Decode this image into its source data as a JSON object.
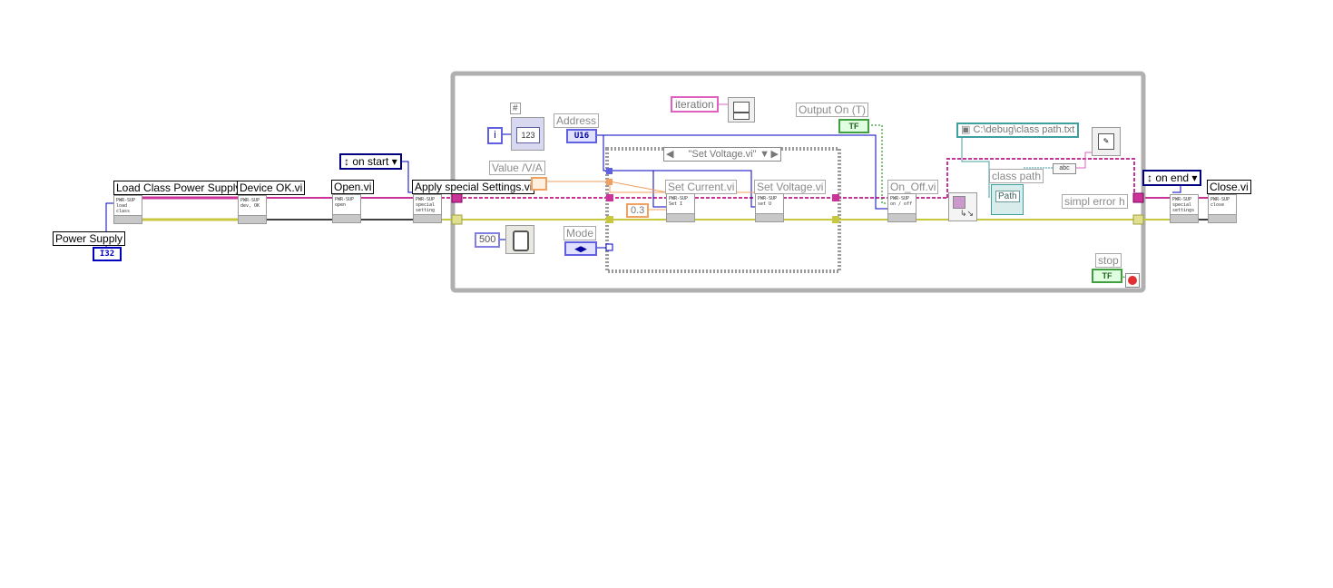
{
  "labels": {
    "power_supply": "Power Supply",
    "power_supply_type": "I32",
    "load_class": "Load Class Power Supply.",
    "device_ok": "Device OK.vi",
    "on_start": "on start",
    "open": "Open.vi",
    "apply_special": "Apply special Settings.vi",
    "on_end": "on end",
    "close": "Close.vi"
  },
  "loop": {
    "address": "Address",
    "address_type": "U16",
    "value": "Value /V/A",
    "iteration": "iteration",
    "output_on": "Output On (T)",
    "output_on_const": "TF",
    "mode": "Mode",
    "wait_ms": "500",
    "i_terminal": "i",
    "n_terminal": "#",
    "numeric_icon": "123",
    "case_selector": "\"Set Voltage.vi\"",
    "set_current": "Set Current.vi",
    "set_voltage": "Set Voltage.vi",
    "current_const": "0.3",
    "on_off": "On_Off.vi",
    "class_path_const": "C:\\debug\\class path.txt",
    "class_path": "class path",
    "path_icon": "Path",
    "simpl_error": "simpl error h",
    "stop": "stop",
    "stop_const": "TF"
  },
  "subvis": {
    "load_class": [
      "PWR-SUP",
      "load class"
    ],
    "device_ok": [
      "PWR-SUP",
      "dev, OK"
    ],
    "open": [
      "PWR-SUP",
      "open"
    ],
    "apply_special": [
      "PWR-SUP",
      "special",
      "setting"
    ],
    "set_current": [
      "PWR-SUP",
      "Set I"
    ],
    "set_voltage": [
      "PWR-SUP",
      "set U"
    ],
    "on_off": [
      "PWR-SUP",
      "on / off"
    ],
    "apply_special_end": [
      "PWR-SUP",
      "special",
      "settings"
    ],
    "close": [
      "PWR-SUP",
      "close"
    ]
  },
  "colors": {
    "class_wire": "#cc3399",
    "error_wire": "#c8c840",
    "numeric_blue": "#0000c0",
    "bool_green": "#008000",
    "string_pink": "#e060c0",
    "path_teal": "#40a0a0"
  }
}
